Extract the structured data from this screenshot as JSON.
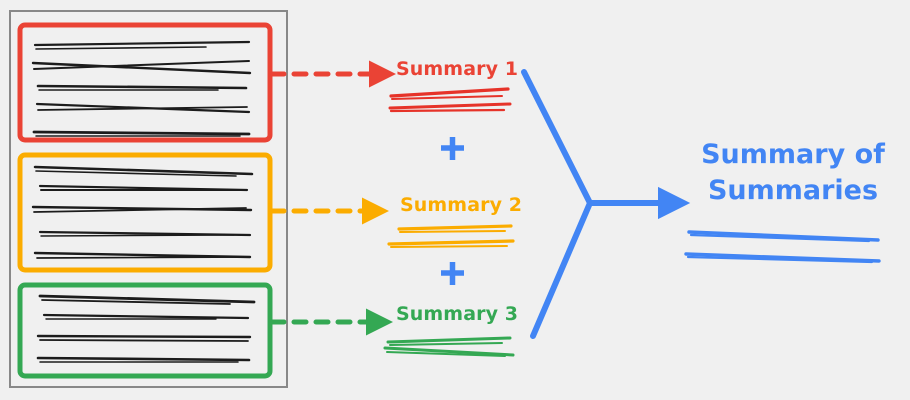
{
  "diagram": {
    "title_visible": false,
    "background_color": "#f0f0f0",
    "document_frame": {
      "name": "document-collection-frame",
      "border_color": "#888888"
    },
    "source_groups": [
      {
        "id": "group-1",
        "color": "#ea4335",
        "color_name": "red",
        "text_lines": 5
      },
      {
        "id": "group-2",
        "color": "#fbac00",
        "color_name": "yellow",
        "text_lines": 5
      },
      {
        "id": "group-3",
        "color": "#34a853",
        "color_name": "green",
        "text_lines": 4
      }
    ],
    "summaries": [
      {
        "id": "summary-1",
        "label": "Summary 1",
        "color": "#ea4335",
        "underline_strokes": 2,
        "arrow": {
          "style": "dashed",
          "direction": "right",
          "color": "#ea4335"
        }
      },
      {
        "id": "summary-2",
        "label": "Summary 2",
        "color": "#fbac00",
        "underline_strokes": 2,
        "arrow": {
          "style": "dashed",
          "direction": "right",
          "color": "#fbac00"
        }
      },
      {
        "id": "summary-3",
        "label": "Summary 3",
        "color": "#34a853",
        "underline_strokes": 2,
        "arrow": {
          "style": "dashed",
          "direction": "right",
          "color": "#34a853"
        }
      }
    ],
    "operators": [
      {
        "id": "plus-1",
        "symbol": "+",
        "color": "#4285f4",
        "between": [
          "summary-1",
          "summary-2"
        ]
      },
      {
        "id": "plus-2",
        "symbol": "+",
        "color": "#4285f4",
        "between": [
          "summary-2",
          "summary-3"
        ]
      }
    ],
    "merge_connector": {
      "name": "merge-connector",
      "color": "#4285f4",
      "style": "solid",
      "direction": "right"
    },
    "result": {
      "id": "summary-of-summaries",
      "line_1": "Summary of",
      "line_2": "Summaries",
      "label": "Summary of Summaries",
      "color": "#4285f4",
      "underline_strokes": 2
    }
  }
}
